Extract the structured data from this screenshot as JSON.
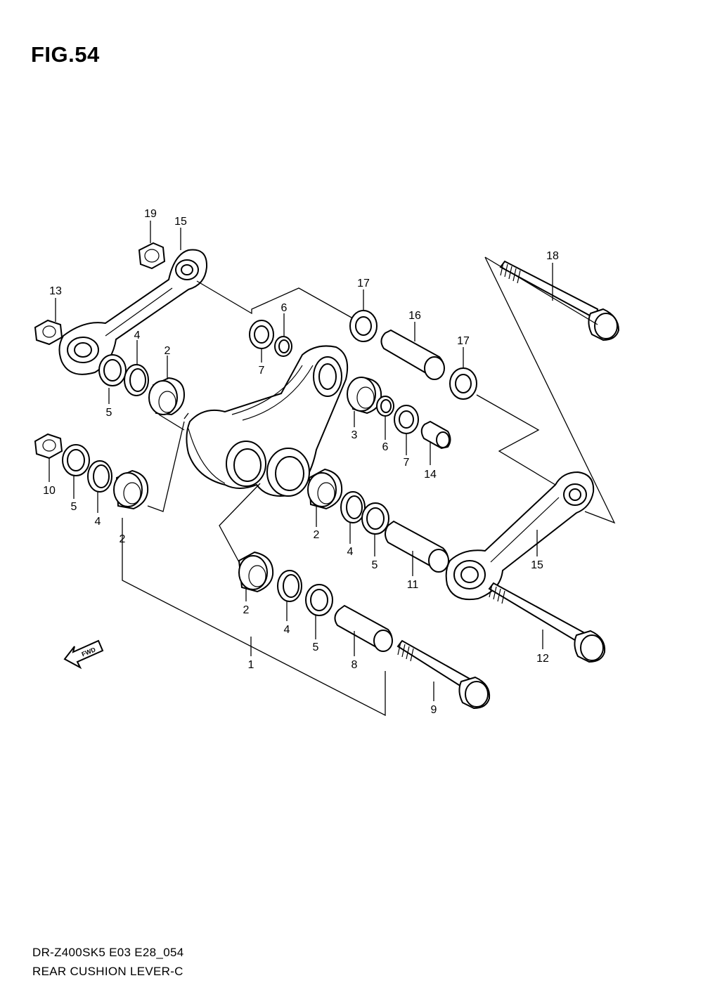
{
  "figure": {
    "title": "FIG.54"
  },
  "footer": {
    "code": "DR-Z400SK5 E03 E28_054",
    "name": "REAR CUSHION LEVER-C"
  },
  "fwd_arrow": {
    "label": "FWD",
    "icon": "fwd-arrow-icon"
  },
  "callouts": [
    {
      "id": "c19a",
      "label": "19"
    },
    {
      "id": "c15a",
      "label": "15"
    },
    {
      "id": "c13",
      "label": "13"
    },
    {
      "id": "c4a",
      "label": "4"
    },
    {
      "id": "c2a",
      "label": "2"
    },
    {
      "id": "c5a",
      "label": "5"
    },
    {
      "id": "c6a",
      "label": "6"
    },
    {
      "id": "c7a",
      "label": "7"
    },
    {
      "id": "c17a",
      "label": "17"
    },
    {
      "id": "c16",
      "label": "16"
    },
    {
      "id": "c17b",
      "label": "17"
    },
    {
      "id": "c18",
      "label": "18"
    },
    {
      "id": "c3",
      "label": "3"
    },
    {
      "id": "c6b",
      "label": "6"
    },
    {
      "id": "c7b",
      "label": "7"
    },
    {
      "id": "c14",
      "label": "14"
    },
    {
      "id": "c10",
      "label": "10"
    },
    {
      "id": "c5b",
      "label": "5"
    },
    {
      "id": "c4b",
      "label": "4"
    },
    {
      "id": "c2b",
      "label": "2"
    },
    {
      "id": "c2c",
      "label": "2"
    },
    {
      "id": "c4c",
      "label": "4"
    },
    {
      "id": "c5c",
      "label": "5"
    },
    {
      "id": "c11",
      "label": "11"
    },
    {
      "id": "c15b",
      "label": "15"
    },
    {
      "id": "c2d",
      "label": "2"
    },
    {
      "id": "c4d",
      "label": "4"
    },
    {
      "id": "c5d",
      "label": "5"
    },
    {
      "id": "c8",
      "label": "8"
    },
    {
      "id": "c1",
      "label": "1"
    },
    {
      "id": "c9",
      "label": "9"
    },
    {
      "id": "c12",
      "label": "12"
    }
  ]
}
